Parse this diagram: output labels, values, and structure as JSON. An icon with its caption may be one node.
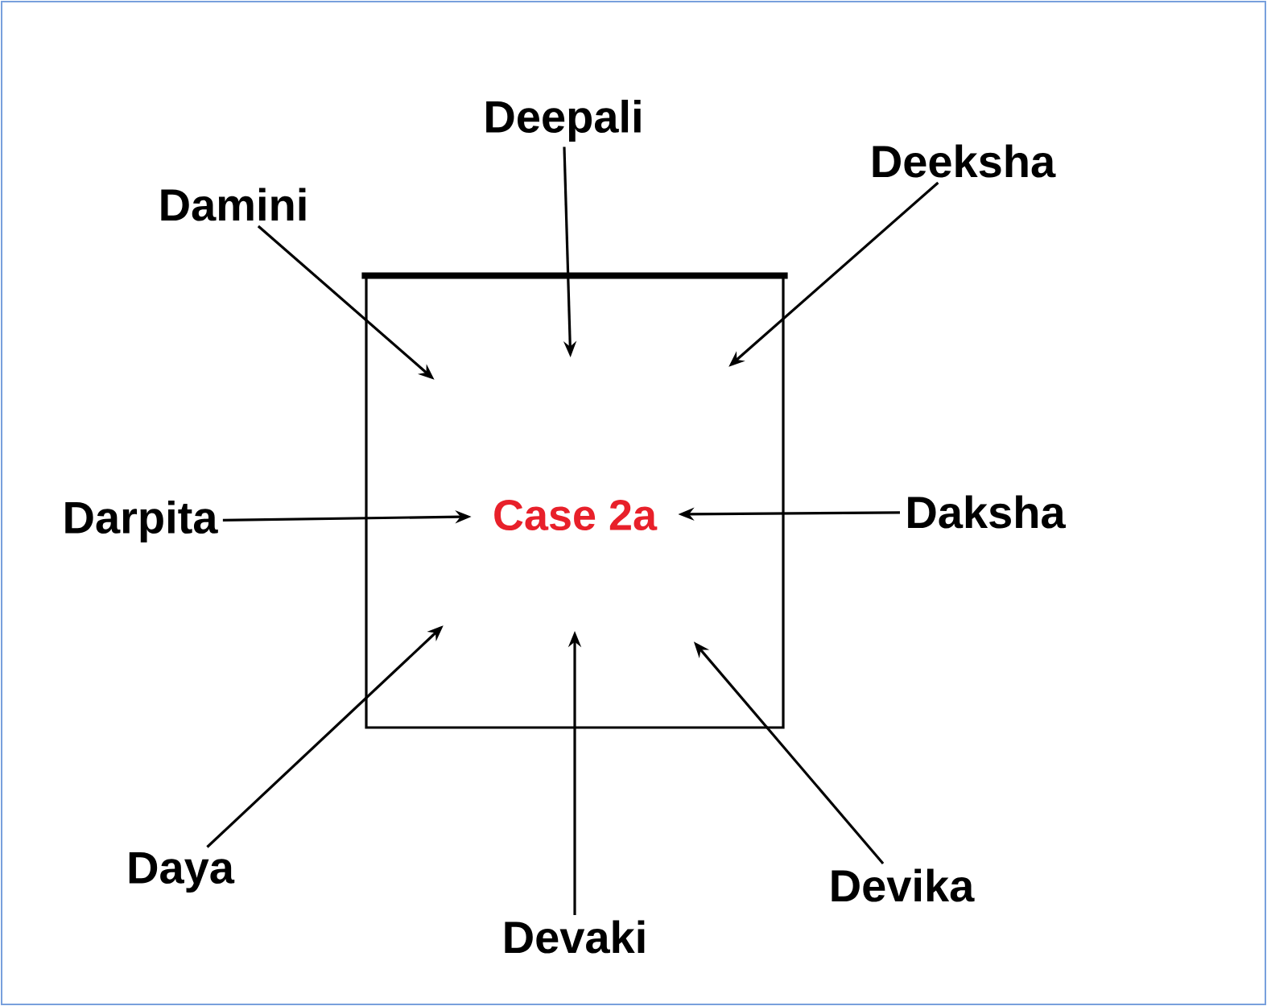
{
  "diagram": {
    "nodes": [
      {
        "text": [],
        "shape": "box"
      },
      {
        "text": [
          "Case 2a"
        ],
        "in": 0
      },
      {
        "text": [
          "Deepali"
        ]
      },
      {
        "text": [
          "Damini"
        ]
      },
      {
        "text": [
          "Deeksha"
        ]
      },
      {
        "text": [
          "Darpita"
        ]
      },
      {
        "text": [
          "Daksha"
        ]
      },
      {
        "text": [
          "Daya"
        ]
      },
      {
        "text": [
          "Devaki"
        ]
      },
      {
        "text": [
          "Devika"
        ]
      }
    ],
    "edges": [
      {
        "from": 2,
        "to": 0,
        "arrow": "to"
      },
      {
        "from": 3,
        "to": 0,
        "arrow": "to"
      },
      {
        "from": 4,
        "to": 0,
        "arrow": "to"
      },
      {
        "from": 5,
        "to": 1,
        "arrow": "to"
      },
      {
        "from": 6,
        "to": 1,
        "arrow": "to"
      },
      {
        "from": 7,
        "to": 0,
        "arrow": "to"
      },
      {
        "from": 8,
        "to": 0,
        "arrow": "to"
      },
      {
        "from": 9,
        "to": 0,
        "arrow": "to"
      }
    ]
  }
}
